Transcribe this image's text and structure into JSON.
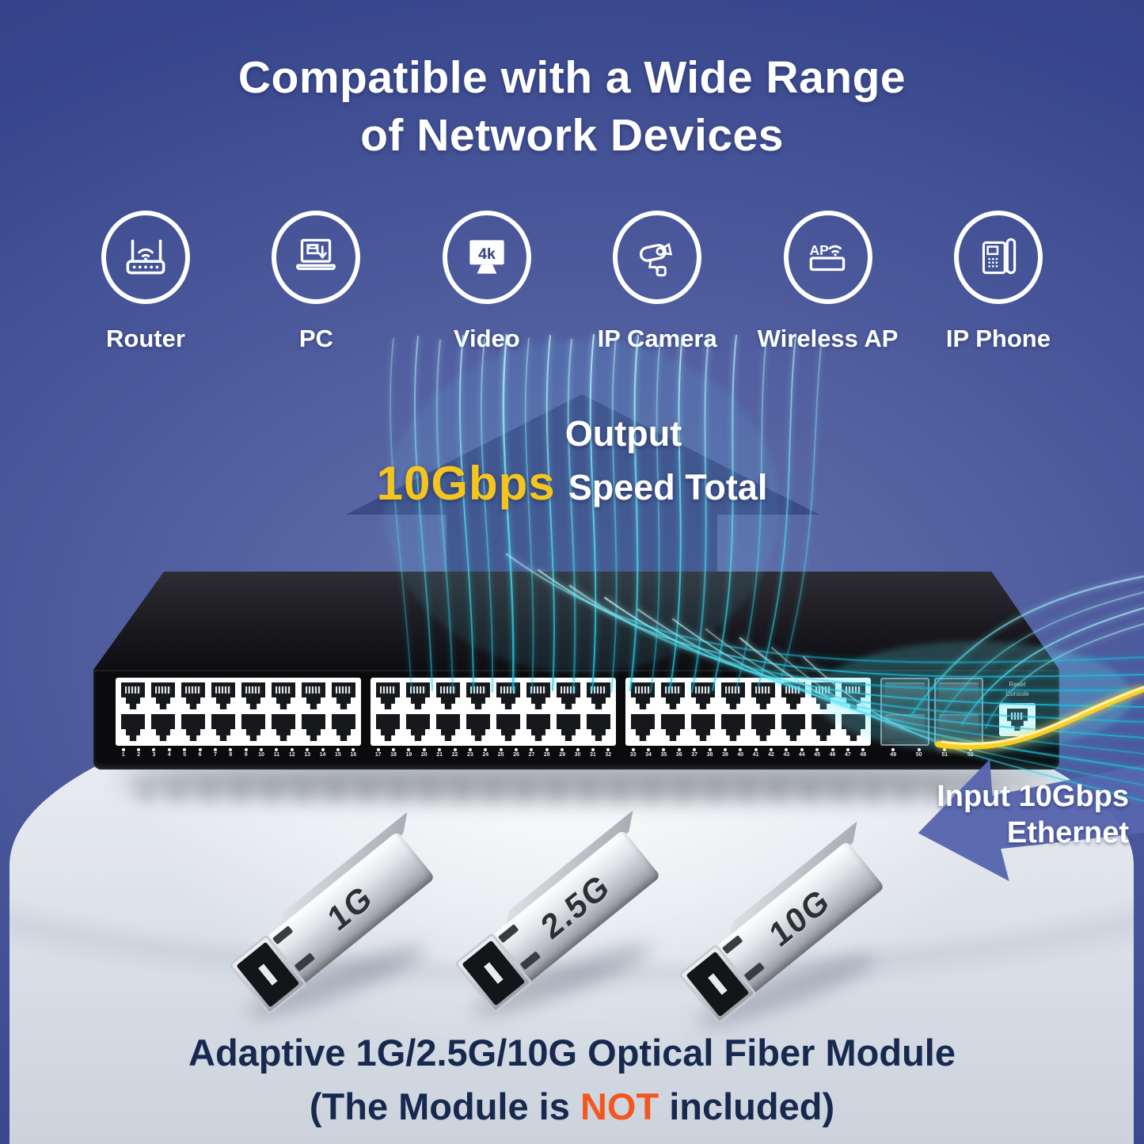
{
  "title": {
    "line1": "Compatible with a Wide Range",
    "line2": "of Network Devices"
  },
  "devices": [
    {
      "label": "Router",
      "icon": "router-icon"
    },
    {
      "label": "PC",
      "icon": "pc-icon"
    },
    {
      "label": "Video",
      "icon": "video-4k-icon"
    },
    {
      "label": "IP Camera",
      "icon": "ip-camera-icon"
    },
    {
      "label": "Wireless AP",
      "icon": "wireless-ap-icon"
    },
    {
      "label": "IP Phone",
      "icon": "ip-phone-icon"
    }
  ],
  "icon_text": {
    "video_badge": "4k",
    "ap_badge": "AP"
  },
  "output_banner": {
    "prefix": "Output",
    "speed": "10Gbps",
    "suffix": "Speed Total"
  },
  "input_banner": {
    "line1": "Input 10Gbps",
    "line2": "Ethernet"
  },
  "switch": {
    "port_groups": [
      {
        "start": 1,
        "end": 16
      },
      {
        "start": 17,
        "end": 32
      },
      {
        "start": 33,
        "end": 48
      }
    ],
    "sfp_ports": [
      49,
      50,
      51,
      52
    ],
    "reset_label": "Reset",
    "console_label": "Console"
  },
  "modules": [
    {
      "label": "1G"
    },
    {
      "label": "2.5G"
    },
    {
      "label": "10G"
    }
  ],
  "footer": {
    "line1": "Adaptive 1G/2.5G/10G Optical Fiber Module",
    "line2_prefix": "(The Module is ",
    "line2_highlight": "NOT",
    "line2_suffix": " included)"
  },
  "colors": {
    "accent_yellow": "#f6c51d",
    "accent_orange": "#f2571f",
    "arrow_blue": "#5865ad",
    "stream_cyan": "#2bd9ef",
    "background_navy": "#2c3a7f",
    "pedestal_gray": "#dfe4ea"
  }
}
